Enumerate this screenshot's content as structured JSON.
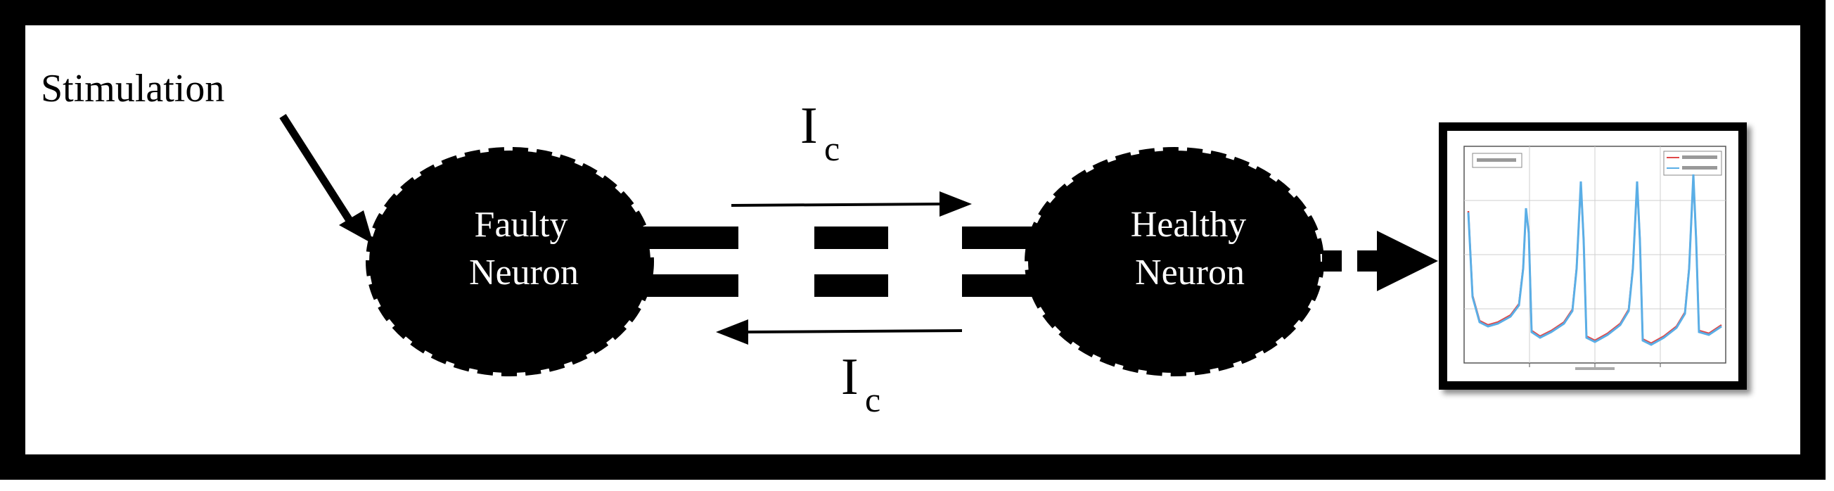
{
  "labels": {
    "stimulation": "Stimulation",
    "current_symbol": "I",
    "current_subscript": "c"
  },
  "neurons": [
    {
      "line1": "Faulty",
      "line2": "Neuron"
    },
    {
      "line1": "Healthy",
      "line2": "Neuron"
    }
  ],
  "colors": {
    "frame": "#000000",
    "neuron_fill": "#000000",
    "neuron_text": "#ffffff",
    "trace_blue": "#5aaee6",
    "trace_red": "#e04848"
  }
}
